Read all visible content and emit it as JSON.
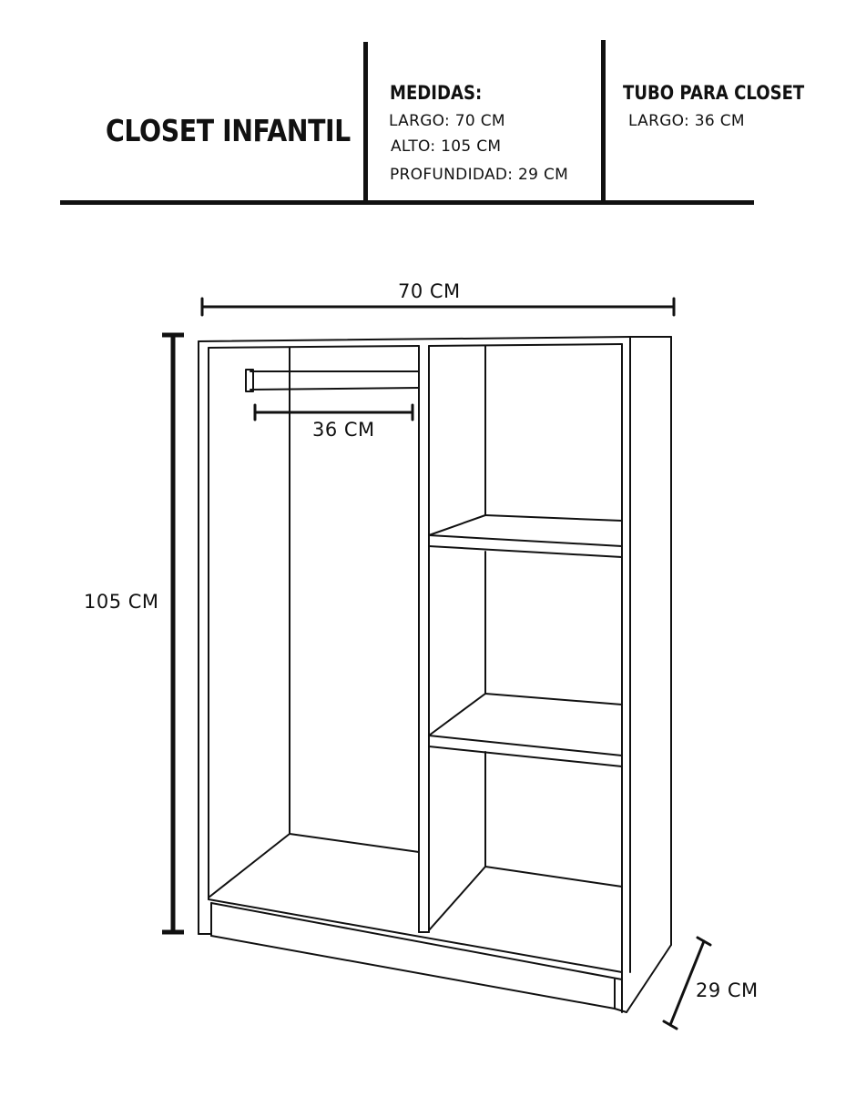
{
  "header": {
    "title": "CLOSET INFANTIL",
    "medidas": {
      "heading": "MEDIDAS:",
      "largo": "LARGO: 70 CM",
      "alto": "ALTO: 105 CM",
      "profundidad": "PROFUNDIDAD:  29 CM"
    },
    "tubo": {
      "heading": "TUBO PARA CLOSET",
      "largo": "LARGO: 36 CM"
    }
  },
  "dimensions": {
    "width": "70 CM",
    "height": "105 CM",
    "tube": "36 CM",
    "depth": "29 CM"
  },
  "colors": {
    "line": "#111111",
    "background": "#ffffff"
  }
}
